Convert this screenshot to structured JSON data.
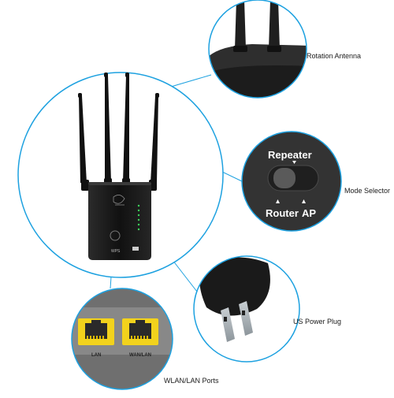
{
  "callouts": {
    "antenna": "Rotation Antenna",
    "mode_selector": "Mode Selector",
    "power_plug": "US Power Plug",
    "ports": "WLAN/LAN Ports"
  },
  "switch_text": {
    "top": "Repeater",
    "left": "Router",
    "right": "AP"
  },
  "port_text": {
    "lan": "LAN",
    "wan": "WAN/LAN"
  },
  "device_text": {
    "wps": "WPS"
  },
  "colors": {
    "circle_outline": "#1da1e0",
    "device_body": "#161616",
    "port_yellow": "#f2d21c",
    "switch_panel": "#3a3a3a"
  }
}
